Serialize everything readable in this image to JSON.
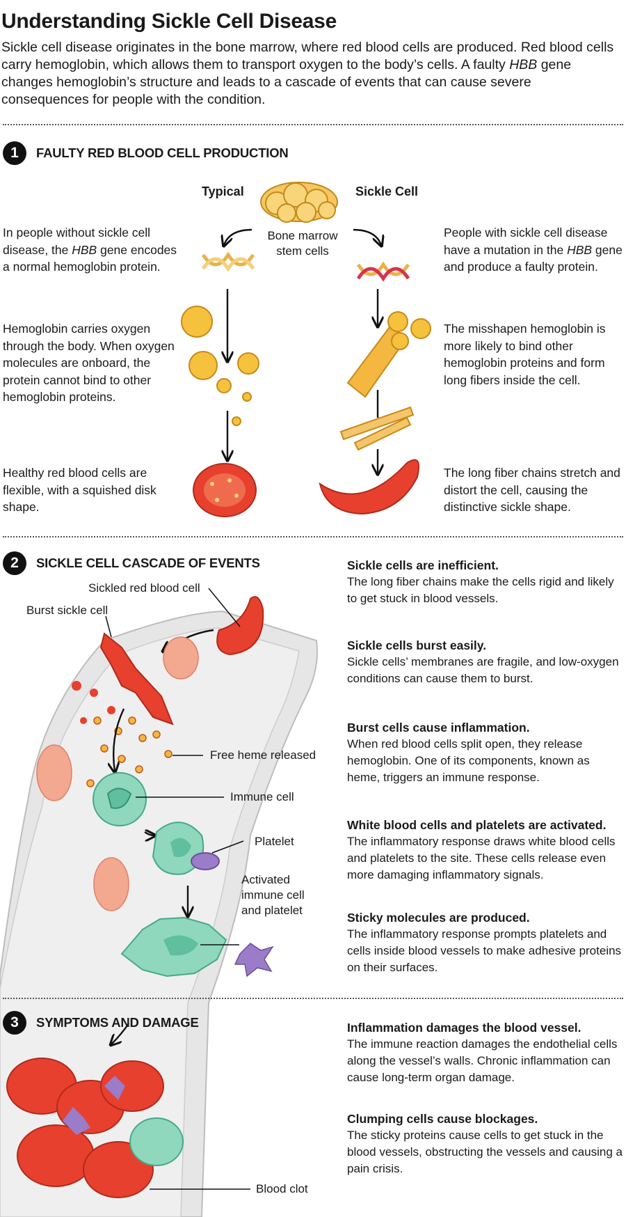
{
  "header": {
    "title": "Understanding Sickle Cell Disease",
    "intro_part1": "Sickle cell disease originates in the bone marrow, where red blood cells are produced. Red blood cells carry hemoglobin, which allows them to transport oxygen to the body’s cells. A faulty ",
    "intro_gene": "HBB",
    "intro_part2": " gene changes hemoglobin’s structure and leads to a cascade of events that can cause severe consequences for people with the condition."
  },
  "section1": {
    "number": "1",
    "title": "FAULTY RED BLOOD CELL PRODUCTION",
    "col_typical": "Typical",
    "col_sickle": "Sickle Cell",
    "marrow_label_line1": "Bone marrow",
    "marrow_label_line2": "stem cells",
    "left_1_part1": "In people without sickle cell disease, the ",
    "left_1_gene": "HBB",
    "left_1_part2": " gene encodes a normal hemoglobin protein.",
    "left_2": "Hemoglobin carries oxygen through the body. When oxygen molecules are onboard, the protein cannot bind to other hemoglobin proteins.",
    "left_3": "Healthy red blood cells are flexible, with a squished disk shape.",
    "right_1_part1": "People with sickle cell disease have a mutation in the ",
    "right_1_gene": "HBB",
    "right_1_part2": " gene and produce a faulty protein.",
    "right_2": "The misshapen hemoglobin is more likely to bind other hemoglobin proteins and form long fibers inside the cell.",
    "right_3": "The long fiber chains stretch and distort the cell, causing the distinctive sickle shape."
  },
  "section2": {
    "number": "2",
    "title": "SICKLE CELL CASCADE OF EVENTS",
    "labels": {
      "sickled": "Sickled red blood cell",
      "burst": "Burst sickle cell",
      "heme": "Free heme released",
      "immune": "Immune cell",
      "platelet": "Platelet",
      "activated_1": "Activated",
      "activated_2": "immune cell",
      "activated_3": "and platelet"
    },
    "steps": [
      {
        "heading": "Sickle cells are inefficient.",
        "body": "The long fiber chains make the cells rigid and likely to get stuck in blood vessels."
      },
      {
        "heading": "Sickle cells burst easily.",
        "body": "Sickle cells’ membranes are fragile, and low-oxygen conditions can cause them to burst."
      },
      {
        "heading": "Burst cells cause inflammation.",
        "body": "When red blood cells split open, they release hemoglobin. One of its components, known as heme, triggers an immune response."
      },
      {
        "heading": "White blood cells and platelets are activated.",
        "body": "The inflammatory response draws white blood cells and platelets to the site. These cells release even more damaging inflammatory signals."
      },
      {
        "heading": "Sticky molecules are produced.",
        "body": "The inflammatory response prompts platelets and cells inside blood vessels to make adhesive proteins on their surfaces."
      }
    ]
  },
  "section3": {
    "number": "3",
    "title": "SYMPTOMS AND DAMAGE",
    "label_clot": "Blood clot",
    "steps": [
      {
        "heading": "Inflammation damages the blood vessel.",
        "body": "The immune reaction damages the endothelial cells along the vessel’s walls. Chronic inflammation can cause long-term organ damage."
      },
      {
        "heading": "Clumping cells cause blockages.",
        "body": "The sticky proteins cause cells to get stuck in the blood vessels, obstructing the vessels and causing a pain crisis."
      }
    ]
  },
  "colors": {
    "rbc": "#e8402e",
    "hemoglobin": "#f4b740",
    "immune": "#7fd1b5",
    "platelet": "#9a7cc9",
    "vessel": "#e6e6e6"
  }
}
